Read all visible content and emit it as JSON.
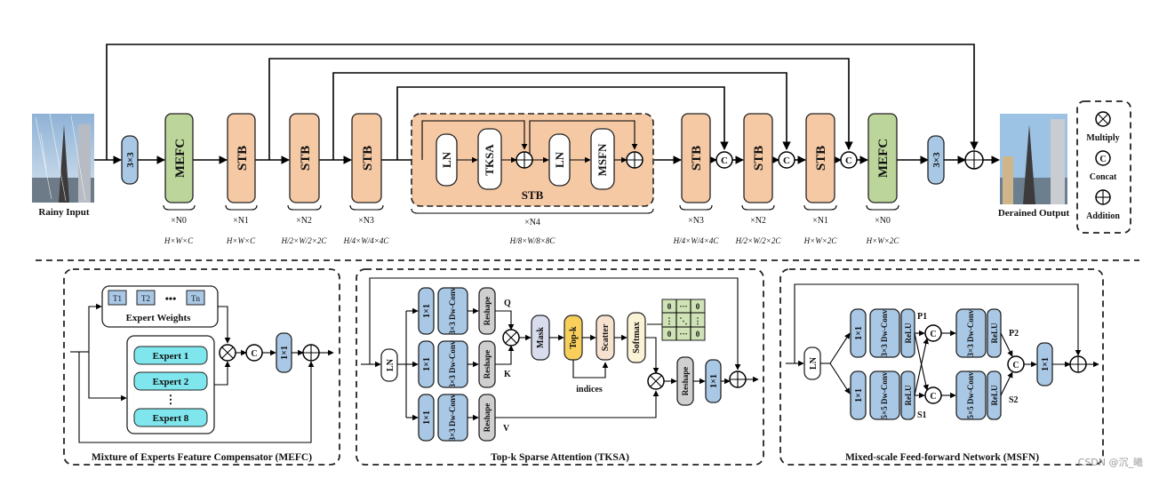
{
  "colors": {
    "stb": "#f6c9a5",
    "mefc": "#bcd59a",
    "conv": "#a9c8e6",
    "gray": "#cfcfcf",
    "topk": "#f7cf5a",
    "scatter": "#f7e2cf",
    "softmax": "#fbf3d6",
    "mask": "#d9dcec",
    "expert": "#7fe6ee",
    "grid": "#cfe3b6"
  },
  "main": {
    "rainy_input": "Rainy Input",
    "derained_output": "Derained Output",
    "conv3": "3×3",
    "mefc": "MEFC",
    "stb": "STB",
    "stb_group_label": "STB",
    "ln": "LN",
    "tksa": "TKSA",
    "msfn": "MSFN",
    "concat": "C",
    "mult_sizes": [
      "×N0",
      "×N1",
      "×N2",
      "×N3",
      "×N4",
      "×N3",
      "×N2",
      "×N1",
      "×N0"
    ],
    "dims": [
      "H×W×C",
      "H×W×C",
      "H/2×W/2×2C",
      "H/4×W/4×4C",
      "H/8×W/8×8C",
      "H/4×W/4×4C",
      "H/2×W/2×2C",
      "H×W×2C",
      "H×W×2C"
    ]
  },
  "legend": {
    "multiply": "Multiply",
    "concat_symbol": "C",
    "concat": "Concat",
    "addition": "Addition"
  },
  "mefc_panel": {
    "title": "Mixture of Experts Feature Compensator (MEFC)",
    "t1": "T1",
    "t2": "T2",
    "tn": "Tn",
    "dots": "•••",
    "expert_weights": "Expert Weights",
    "experts": [
      "Expert 1",
      "Expert 2",
      "Expert 8"
    ],
    "vdots": "⋮",
    "concat": "C",
    "conv1": "1×1"
  },
  "tksa_panel": {
    "title": "Top-k Sparse Attention (TKSA)",
    "ln": "LN",
    "conv1": "1×1",
    "dwconv": "3×3 Dw-Conv",
    "reshape": "Reshape",
    "q": "Q",
    "k": "K",
    "v": "V",
    "mask": "Mask",
    "topk": "Top-k",
    "scatter": "Scatter",
    "softmax": "Softmax",
    "indices": "indices",
    "grid": [
      "0",
      "···",
      "0",
      "⋮",
      "⋱",
      "⋮",
      "0",
      "···",
      "0"
    ]
  },
  "msfn_panel": {
    "title": "Mixed-scale Feed-forward Network (MSFN)",
    "ln": "LN",
    "conv1": "1×1",
    "dw3": "3×3 Dw-Conv",
    "dw5": "5×5 Dw-Conv",
    "relu": "ReLU",
    "p1": "P1",
    "p2": "P2",
    "s1": "S1",
    "s2": "S2",
    "concat": "C"
  },
  "watermark": "CSDN @沉_曦"
}
